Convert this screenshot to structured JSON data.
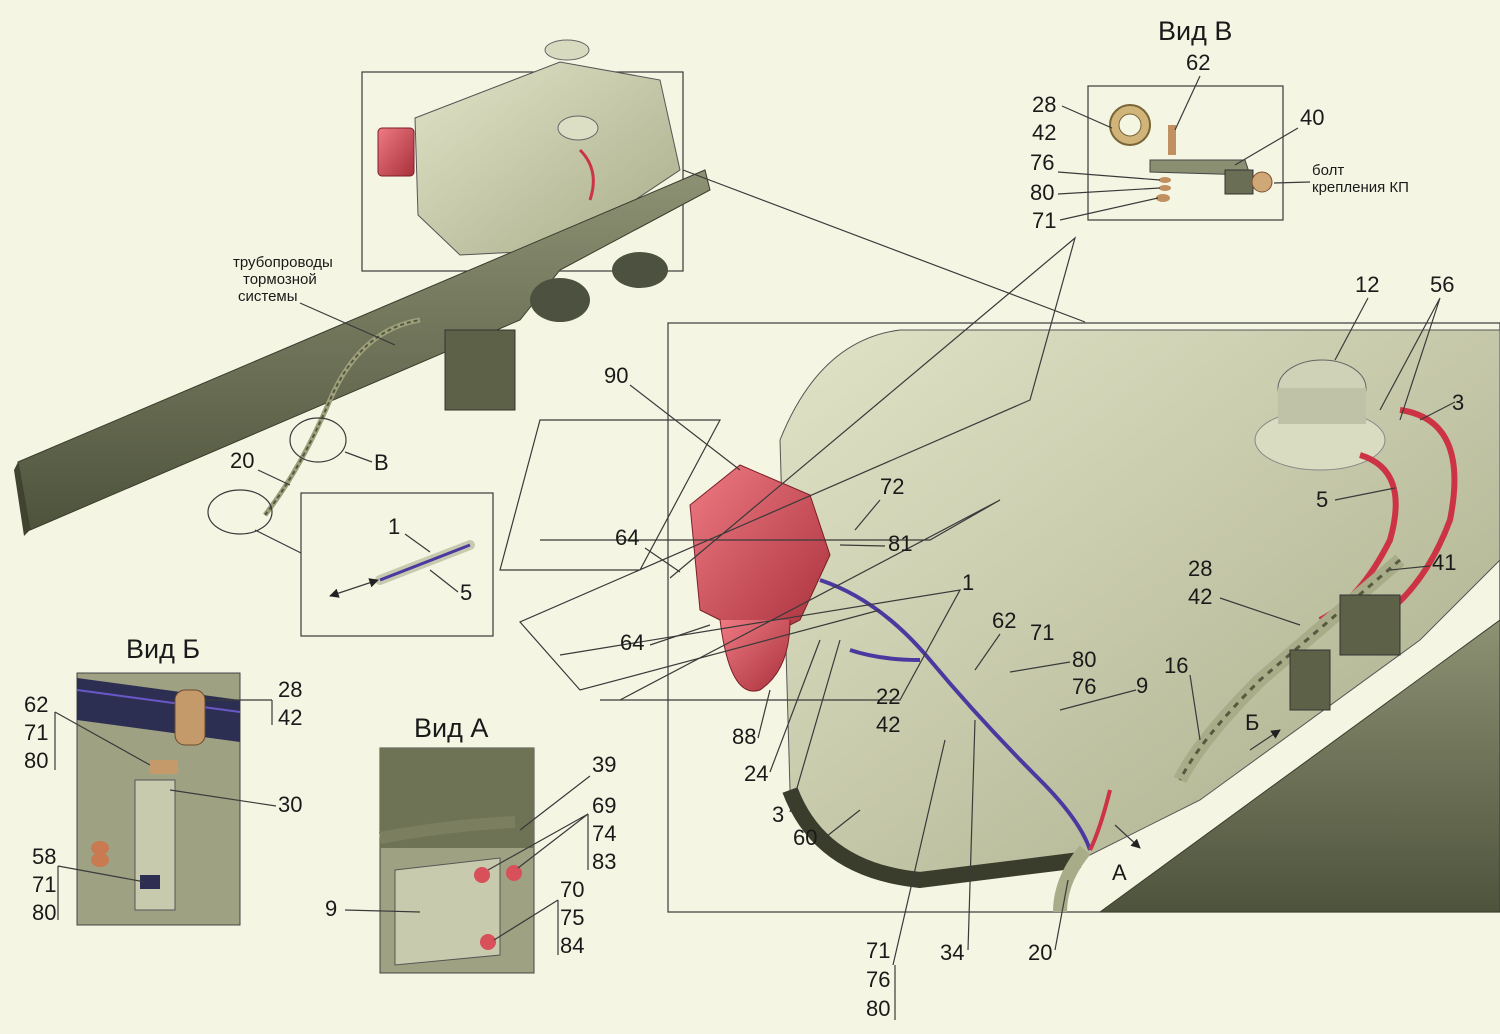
{
  "views": {
    "vid_v": "Вид В",
    "vid_b": "Вид Б",
    "vid_a": "Вид А"
  },
  "notes": {
    "brake_1": "трубопроводы",
    "brake_2": "тормозной",
    "brake_3": "системы",
    "bolt_1": "болт",
    "bolt_2": "крепления КП"
  },
  "callouts": {
    "c62_v": "62",
    "c28_v": "28",
    "c42_v": "42",
    "c40_v": "40",
    "c76_v": "76",
    "c80_v": "80",
    "c71_v": "71",
    "c12": "12",
    "c56": "56",
    "c3_r": "3",
    "c5_r": "5",
    "c90": "90",
    "c72": "72",
    "c81": "81",
    "c64_a": "64",
    "c64_b": "64",
    "c1_m": "1",
    "c28_m": "28",
    "c42_m": "42",
    "c41": "41",
    "c62_m": "62",
    "c71_m": "71",
    "c80_m": "80",
    "c76_m": "76",
    "c9_m": "9",
    "c16": "16",
    "c22": "22",
    "c42_m2": "42",
    "c88": "88",
    "c24": "24",
    "c3_m": "3",
    "c60": "60",
    "c71_b": "71",
    "c76_b": "76",
    "c80_b": "80",
    "c34": "34",
    "c20_b": "20",
    "c20_l": "20",
    "c_v_marker": "В",
    "c1_l": "1",
    "c5_l": "5",
    "arrow_b": "Б",
    "arrow_a": "А",
    "vb_62": "62",
    "vb_71": "71",
    "vb_80": "80",
    "vb_28": "28",
    "vb_42": "42",
    "vb_30": "30",
    "vb_58": "58",
    "vb_71b": "71",
    "vb_80b": "80",
    "va_39": "39",
    "va_69": "69",
    "va_74": "74",
    "va_83": "83",
    "va_70": "70",
    "va_75": "75",
    "va_84": "84",
    "va_9": "9"
  },
  "colors": {
    "background": "#f4f6e3",
    "tank": "#cdd0b0",
    "frame_metal": "#6e7356",
    "pump_red": "#d8505a",
    "hose_red": "#cc3344",
    "pipe_blue": "#4a3aa0"
  }
}
